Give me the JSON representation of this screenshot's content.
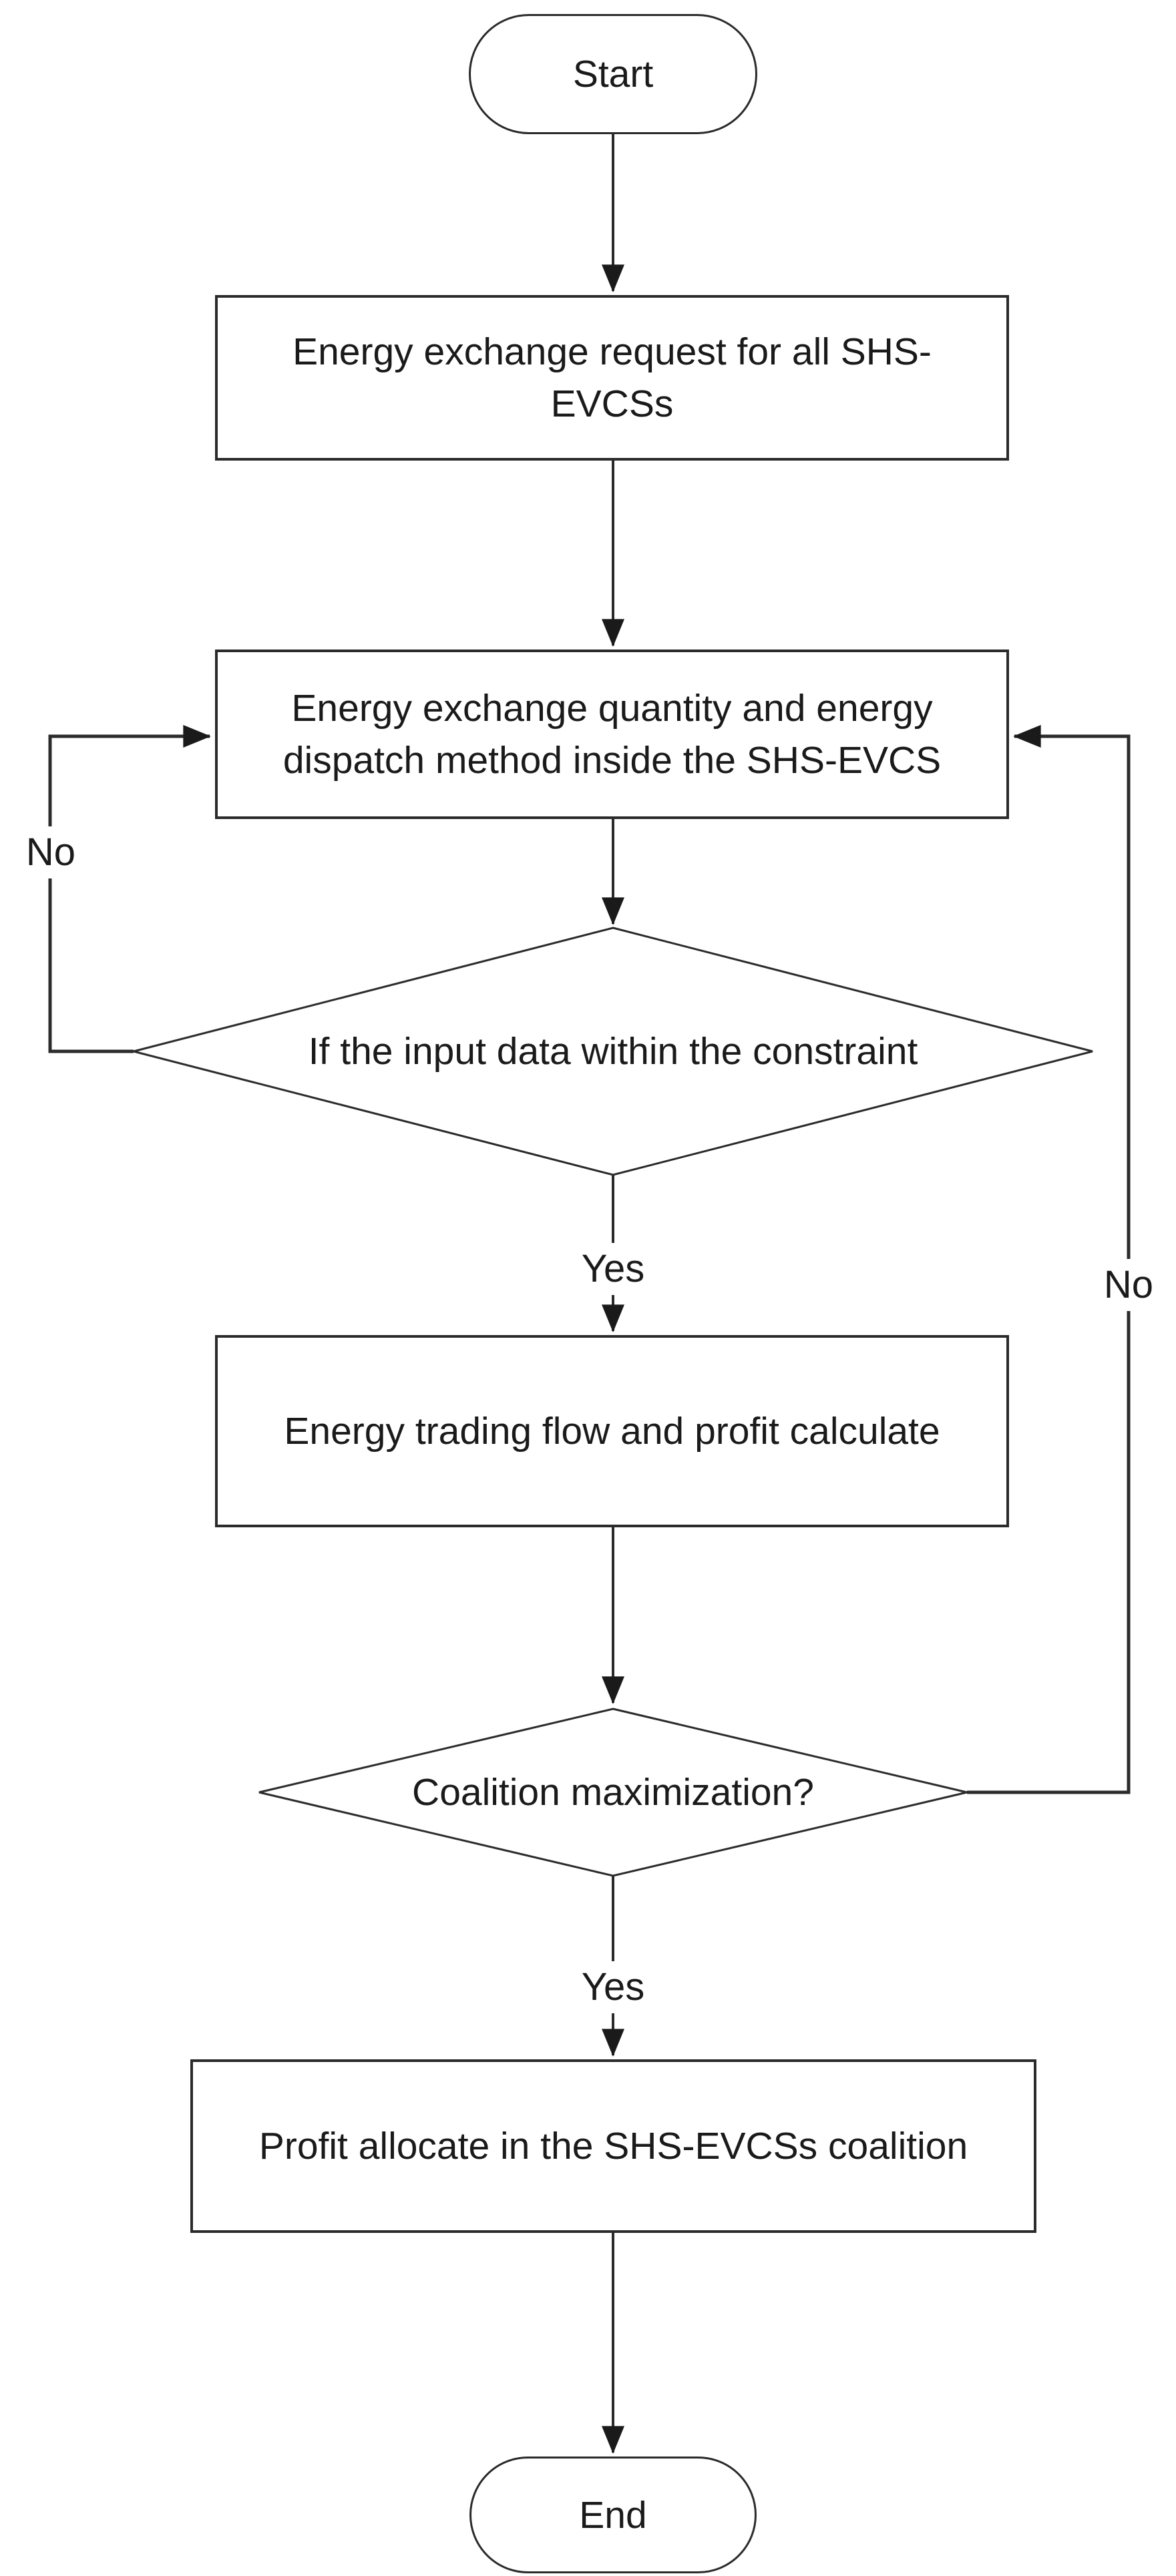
{
  "nodes": {
    "start": {
      "type": "terminator",
      "label": "Start"
    },
    "request": {
      "type": "process",
      "lines": [
        "Energy exchange request for all SHS-",
        "EVCSs"
      ]
    },
    "dispatch": {
      "type": "process",
      "lines": [
        "Energy exchange quantity and energy",
        "dispatch method inside the SHS-EVCS"
      ]
    },
    "constraint_decision": {
      "type": "decision",
      "label": "If the input data within the constraint"
    },
    "trading": {
      "type": "process",
      "label": "Energy trading flow and profit calculate"
    },
    "coalition_decision": {
      "type": "decision",
      "label": "Coalition maximization?"
    },
    "allocate": {
      "type": "process",
      "label": "Profit allocate in the SHS-EVCSs coalition"
    },
    "end": {
      "type": "terminator",
      "label": "End"
    }
  },
  "edge_labels": {
    "constraint_no": "No",
    "constraint_yes": "Yes",
    "coalition_no": "No",
    "coalition_yes": "Yes"
  },
  "colors": {
    "stroke": "#2b2b2b",
    "text": "#1a1a1a",
    "background": "#ffffff"
  }
}
